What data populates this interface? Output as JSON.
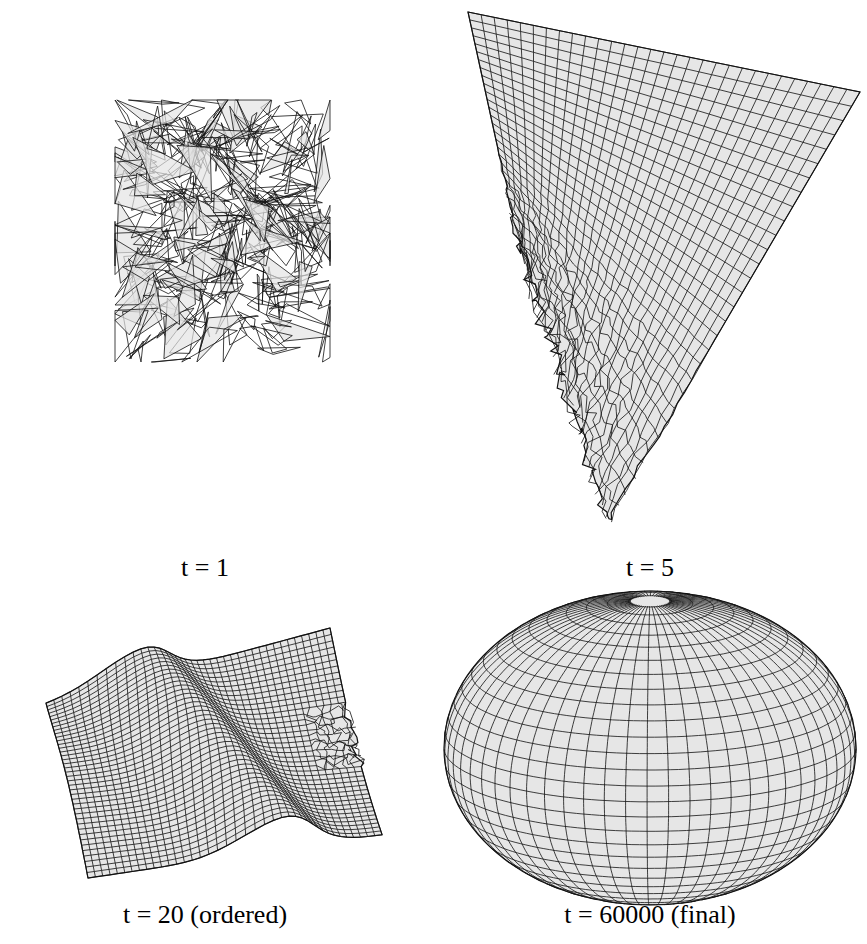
{
  "diagram": {
    "labels": [
      "t = 1",
      "t = 5",
      "t = 20 (ordered)",
      "t = 60000 (final)"
    ]
  }
}
